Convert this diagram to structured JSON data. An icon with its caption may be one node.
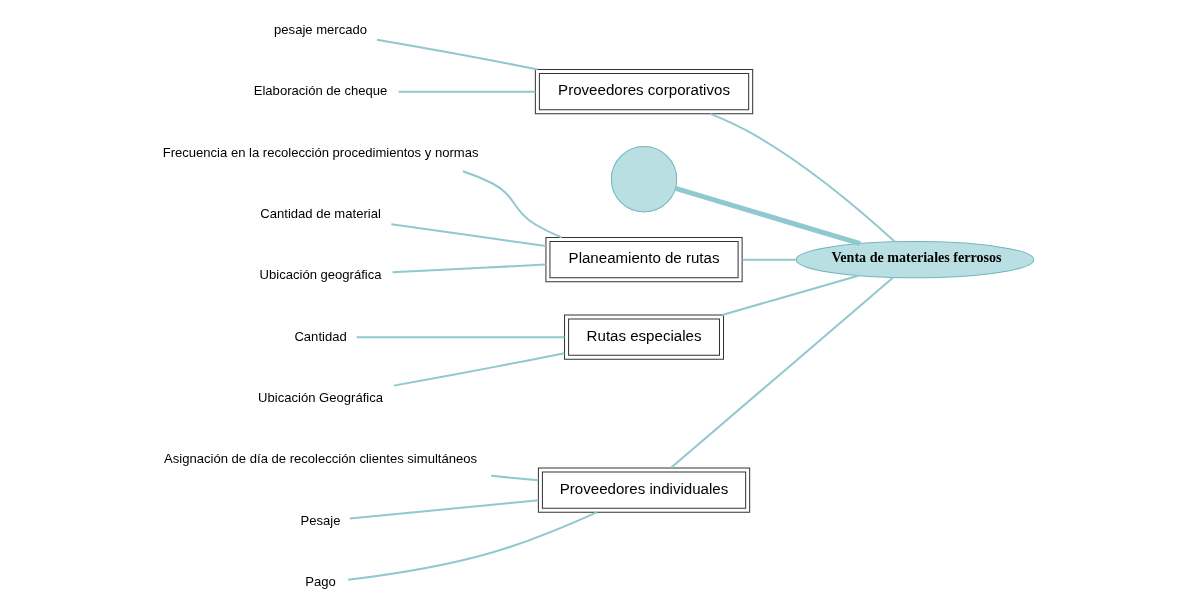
{
  "diagram": {
    "nodes": [
      {
        "text": [
          "Proveedores individuales"
        ]
      },
      {
        "text": [
          "Proveedores corporativos"
        ]
      },
      {
        "text": [
          "Asignación de día de recolección clientes simultáneos"
        ]
      },
      {
        "text": [
          "Pesaje"
        ]
      },
      {
        "text": [
          "pesaje mercado"
        ]
      },
      {
        "text": [
          "Pago"
        ]
      },
      {
        "text": [
          "Elaboración de cheque"
        ]
      },
      {
        "text": [],
        "shape": "crescent"
      },
      {
        "text": [
          "Venta de materiales ferrosos"
        ]
      },
      {
        "text": [
          "Frecuencia en la recolección procedimientos y normas"
        ]
      },
      {
        "text": [
          "Cantidad de material"
        ]
      },
      {
        "text": [
          "Cantidad"
        ]
      },
      {
        "text": [
          "Ubicación geográfica"
        ]
      },
      {
        "text": [
          "Ubicación Geográfica"
        ]
      },
      {
        "text": [
          "Planeamiento de rutas"
        ]
      },
      {
        "text": [
          "Rutas especiales"
        ]
      }
    ],
    "edges": [
      {
        "from": 7,
        "to": 8,
        "arrow": "none",
        "style": "thick"
      },
      {
        "from": 0,
        "to": 8,
        "arrow": "none"
      },
      {
        "from": 1,
        "to": 8,
        "arrow": "none"
      },
      {
        "from": 14,
        "to": 8,
        "arrow": "none"
      },
      {
        "from": 15,
        "to": 8,
        "arrow": "none"
      },
      {
        "from": 2,
        "to": 0,
        "arrow": "none"
      },
      {
        "from": 3,
        "to": 0,
        "arrow": "none"
      },
      {
        "from": 5,
        "to": 0,
        "arrow": "none"
      },
      {
        "from": 4,
        "to": 1,
        "arrow": "none"
      },
      {
        "from": 6,
        "to": 1,
        "arrow": "none"
      },
      {
        "from": 9,
        "to": 14,
        "arrow": "none"
      },
      {
        "from": 10,
        "to": 14,
        "arrow": "none"
      },
      {
        "from": 12,
        "to": 14,
        "arrow": "none"
      },
      {
        "from": 11,
        "to": 15,
        "arrow": "none"
      },
      {
        "from": 13,
        "to": 15,
        "arrow": "none"
      }
    ]
  }
}
